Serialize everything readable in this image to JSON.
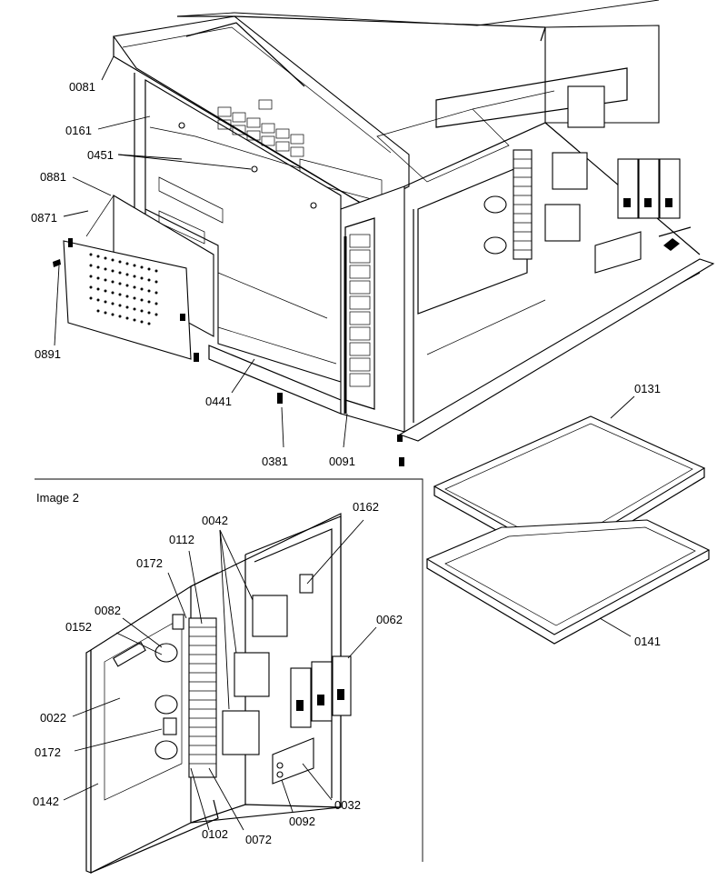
{
  "section_label": "Image 2",
  "callouts": {
    "c0081": "0081",
    "c0161": "0161",
    "c0451": "0451",
    "c0881": "0881",
    "c0871": "0871",
    "c0891": "0891",
    "c0441": "0441",
    "c0381": "0381",
    "c0091": "0091",
    "c0131": "0131",
    "c0141": "0141",
    "c0042": "0042",
    "c0162": "0162",
    "c0112": "0112",
    "c0172a": "0172",
    "c0082": "0082",
    "c0152": "0152",
    "c0062": "0062",
    "c0022": "0022",
    "c0172b": "0172",
    "c0142": "0142",
    "c0102": "0102",
    "c0072": "0072",
    "c0092": "0092",
    "c0032": "0032"
  }
}
